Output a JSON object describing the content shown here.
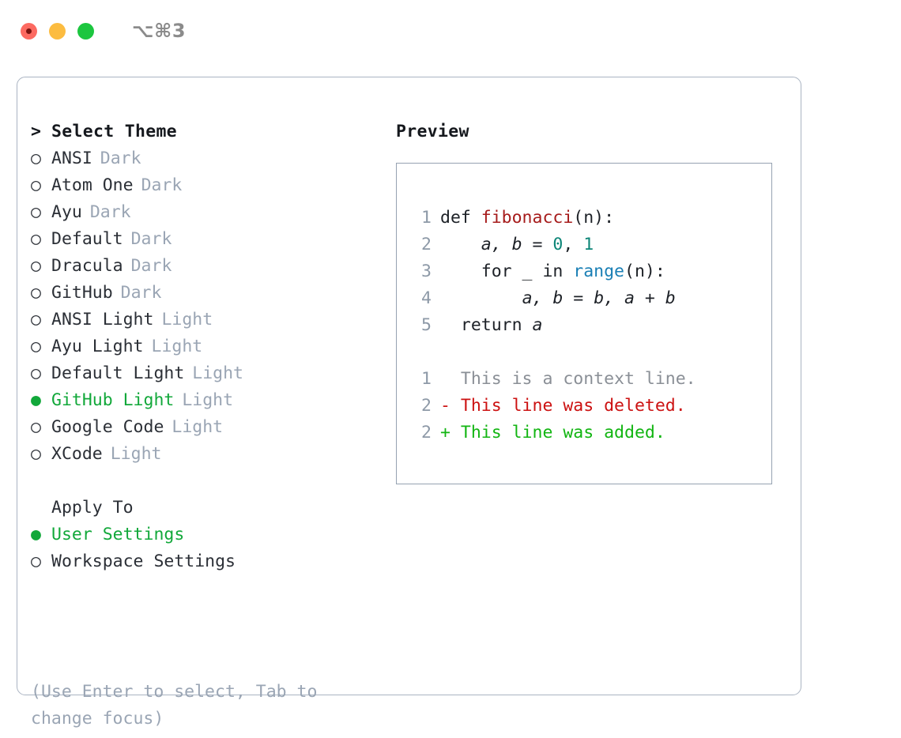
{
  "titlebar": {
    "shortcut": "⌥⌘3",
    "buttons": [
      {
        "name": "close",
        "color": "#fc6a61"
      },
      {
        "name": "minimize",
        "color": "#fcbc40"
      },
      {
        "name": "maximize",
        "color": "#1cc63f"
      }
    ]
  },
  "theme_select": {
    "header_marker": ">",
    "header": "Select Theme",
    "items": [
      {
        "marker": "○",
        "name": "ANSI",
        "variant": "Dark",
        "selected": false
      },
      {
        "marker": "○",
        "name": "Atom One",
        "variant": "Dark",
        "selected": false
      },
      {
        "marker": "○",
        "name": "Ayu",
        "variant": "Dark",
        "selected": false
      },
      {
        "marker": "○",
        "name": "Default",
        "variant": "Dark",
        "selected": false
      },
      {
        "marker": "○",
        "name": "Dracula",
        "variant": "Dark",
        "selected": false
      },
      {
        "marker": "○",
        "name": "GitHub",
        "variant": "Dark",
        "selected": false
      },
      {
        "marker": "○",
        "name": "ANSI Light",
        "variant": "Light",
        "selected": false
      },
      {
        "marker": "○",
        "name": "Ayu Light",
        "variant": "Light",
        "selected": false
      },
      {
        "marker": "○",
        "name": "Default Light",
        "variant": "Light",
        "selected": false
      },
      {
        "marker": "●",
        "name": "GitHub Light",
        "variant": "Light",
        "selected": true
      },
      {
        "marker": "○",
        "name": "Google Code",
        "variant": "Light",
        "selected": false
      },
      {
        "marker": "○",
        "name": "XCode",
        "variant": "Light",
        "selected": false
      }
    ]
  },
  "apply_to": {
    "header": "Apply To",
    "items": [
      {
        "marker": "●",
        "name": "User Settings",
        "selected": true
      },
      {
        "marker": "○",
        "name": "Workspace Settings",
        "selected": false
      }
    ]
  },
  "hint": "(Use Enter to select, Tab to change focus)",
  "preview": {
    "title": "Preview",
    "code_lines": [
      {
        "no": "1",
        "segments": [
          {
            "text": "def ",
            "kind": "plain"
          },
          {
            "text": "fibonacci",
            "kind": "fn"
          },
          {
            "text": "(n):",
            "kind": "plain"
          }
        ]
      },
      {
        "no": "2",
        "segments": [
          {
            "text": "    ",
            "kind": "plain"
          },
          {
            "text": "a, b",
            "kind": "var"
          },
          {
            "text": " = ",
            "kind": "plain"
          },
          {
            "text": "0",
            "kind": "num"
          },
          {
            "text": ", ",
            "kind": "plain"
          },
          {
            "text": "1",
            "kind": "num"
          }
        ]
      },
      {
        "no": "3",
        "segments": [
          {
            "text": "    for _ in ",
            "kind": "plain"
          },
          {
            "text": "range",
            "kind": "call"
          },
          {
            "text": "(n):",
            "kind": "plain"
          }
        ]
      },
      {
        "no": "4",
        "segments": [
          {
            "text": "        ",
            "kind": "plain"
          },
          {
            "text": "a, b",
            "kind": "var"
          },
          {
            "text": " = ",
            "kind": "plain"
          },
          {
            "text": "b, a + b",
            "kind": "var"
          }
        ]
      },
      {
        "no": "5",
        "segments": [
          {
            "text": "  return ",
            "kind": "plain"
          },
          {
            "text": "a",
            "kind": "var"
          }
        ]
      }
    ],
    "diff_lines": [
      {
        "no": "1",
        "sign": " ",
        "text": " This is a context line.",
        "kind": "context"
      },
      {
        "no": "2",
        "sign": "-",
        "text": " This line was deleted.",
        "kind": "deleted"
      },
      {
        "no": "2",
        "sign": "+",
        "text": " This line was added.",
        "kind": "added"
      }
    ]
  },
  "colors": {
    "selected_green": "#12a83a",
    "muted_variant": "#9aa5b4",
    "diff_added": "#12b512",
    "diff_deleted": "#cc1111",
    "syntax_function": "#a61b1b",
    "syntax_number": "#0c8577",
    "syntax_call": "#1a7fb5",
    "panel_border": "#aab4c2"
  }
}
